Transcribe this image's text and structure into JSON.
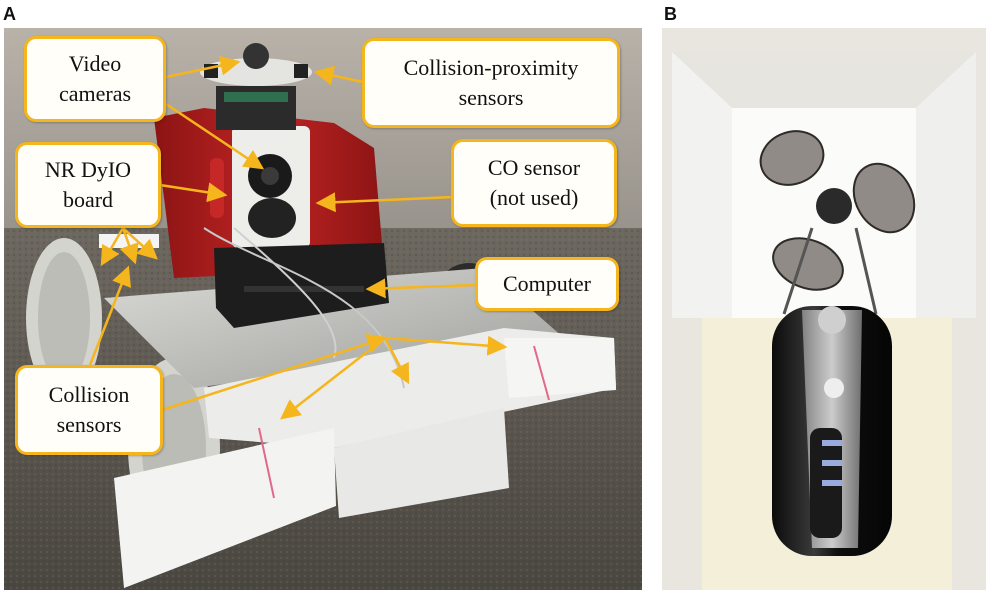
{
  "panels": {
    "a_letter": "A",
    "b_letter": "B"
  },
  "labels": {
    "video_cameras": {
      "line1": "Video",
      "line2": "cameras"
    },
    "collision_proximity": {
      "line1": "Collision-proximity",
      "line2": "sensors"
    },
    "nr_dyio": {
      "line1": "NR DyIO",
      "line2": "board"
    },
    "co_sensor": {
      "line1": "CO sensor",
      "line2": "(not used)"
    },
    "computer": {
      "line1": "Computer"
    },
    "collision_sensors": {
      "line1": "Collision",
      "line2": "sensors"
    }
  },
  "colors": {
    "label_border": "#f5b51c",
    "arrow": "#f5b51c",
    "robot_body": "#b01e1e",
    "foam": "#f2f2f2",
    "carpet": "#5b5750"
  }
}
